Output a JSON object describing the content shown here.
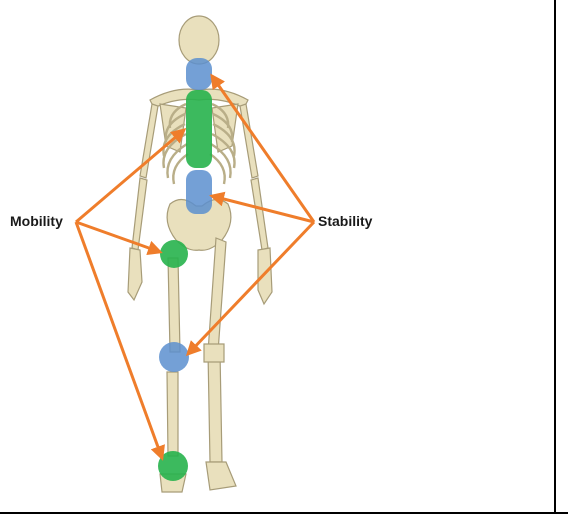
{
  "labels": {
    "mobility": "Mobility",
    "stability": "Stability"
  },
  "colors": {
    "bone": "#e9e0bd",
    "bone_edge": "#a79c78",
    "mobility_joint": "#27b34d",
    "stability_joint": "#5c8fcf",
    "arrow": "#ef7d2b",
    "divider": "#000000"
  },
  "mobility_targets": [
    "thoracic-spine",
    "hip",
    "ankle"
  ],
  "stability_targets": [
    "cervical-spine",
    "lumbar-spine",
    "knee"
  ]
}
